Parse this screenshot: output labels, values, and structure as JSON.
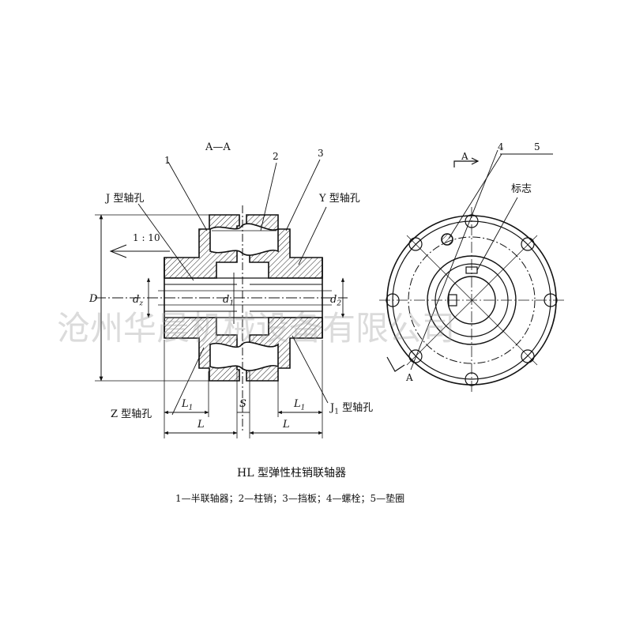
{
  "title": "HL 型弹性柱销联轴器",
  "parts_legend": "1—半联轴器；2—柱销；3—挡板；4—螺栓；5—垫圈",
  "section_label": "A—A",
  "labels": {
    "part_1": "1",
    "part_2": "2",
    "part_3": "3",
    "part_4": "4",
    "part_5": "5",
    "j_bore": "J 型轴孔",
    "y_bore": "Y 型轴孔",
    "z_bore": "Z 型轴孔",
    "j1_bore_sub": "1",
    "j1_bore_rest": " 型轴孔",
    "j1_bore_J": "J",
    "taper": "1 : 10",
    "marker": "标志",
    "section_arrow_top": "A",
    "section_arrow_bottom": "A"
  },
  "dimensions": {
    "D": "D",
    "dz": "d",
    "dz_sub": "z",
    "d1": "d",
    "d1_sub": "1",
    "d2": "d",
    "d2_sub": "2",
    "L1_left": "L",
    "L1_left_sub": "1",
    "L1_right": "L",
    "L1_right_sub": "1",
    "S": "S",
    "L_left": "L",
    "L_right": "L"
  },
  "watermark": "沧州华晨机械设备有限公司"
}
